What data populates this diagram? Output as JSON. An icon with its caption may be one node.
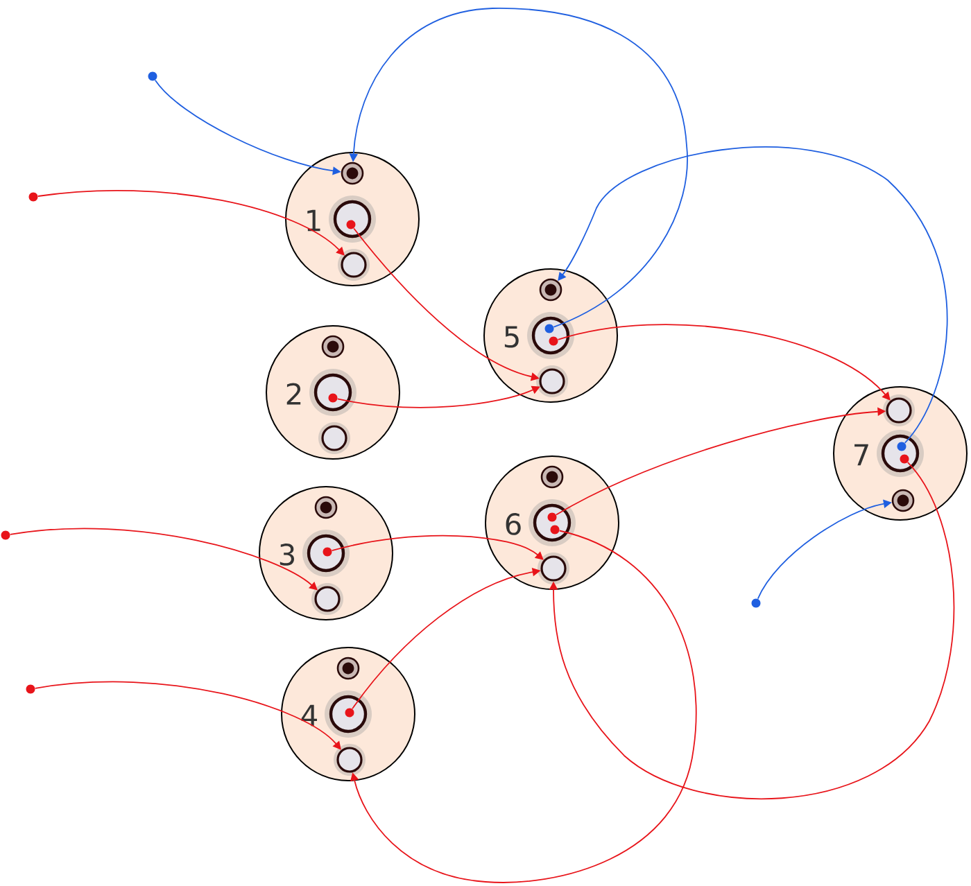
{
  "diagram": {
    "nodes": [
      {
        "text": [
          "1"
        ]
      },
      {
        "text": [],
        "shape": "circle",
        "in": 0
      },
      {
        "text": [],
        "shape": "circle",
        "in": 0
      },
      {
        "text": [],
        "shape": "circle",
        "in": 0
      },
      {
        "text": [
          "2"
        ]
      },
      {
        "text": [],
        "shape": "circle",
        "in": 4
      },
      {
        "text": [],
        "shape": "circle",
        "in": 4
      },
      {
        "text": [],
        "shape": "circle",
        "in": 4
      },
      {
        "text": [
          "3"
        ]
      },
      {
        "text": [],
        "shape": "circle",
        "in": 8
      },
      {
        "text": [],
        "shape": "circle",
        "in": 8
      },
      {
        "text": [],
        "shape": "circle",
        "in": 8
      },
      {
        "text": [
          "4"
        ]
      },
      {
        "text": [],
        "shape": "circle",
        "in": 12
      },
      {
        "text": [],
        "shape": "circle",
        "in": 12
      },
      {
        "text": [],
        "shape": "circle",
        "in": 12
      },
      {
        "text": [
          "5"
        ]
      },
      {
        "text": [],
        "shape": "circle",
        "in": 16
      },
      {
        "text": [],
        "shape": "circle",
        "in": 16
      },
      {
        "text": [],
        "shape": "circle",
        "in": 16
      },
      {
        "text": [
          "6"
        ]
      },
      {
        "text": [],
        "shape": "circle",
        "in": 20
      },
      {
        "text": [],
        "shape": "circle",
        "in": 20
      },
      {
        "text": [],
        "shape": "circle",
        "in": 20
      },
      {
        "text": [
          "7"
        ]
      },
      {
        "text": [],
        "shape": "circle",
        "in": 24
      },
      {
        "text": [],
        "shape": "circle",
        "in": 24
      },
      {
        "text": [],
        "shape": "circle",
        "in": 24
      },
      {
        "text": [],
        "shape": "circle"
      },
      {
        "text": [],
        "shape": "circle"
      },
      {
        "text": [],
        "shape": "circle"
      },
      {
        "text": [],
        "shape": "circle"
      },
      {
        "text": [],
        "shape": "circle"
      },
      {
        "text": [],
        "shape": "circle",
        "in": 2
      },
      {
        "text": [],
        "shape": "circle",
        "in": 6
      },
      {
        "text": [],
        "shape": "circle",
        "in": 18
      },
      {
        "text": [],
        "shape": "circle",
        "in": 18
      },
      {
        "text": [],
        "shape": "circle",
        "in": 26
      },
      {
        "text": [],
        "shape": "circle",
        "in": 26
      },
      {
        "text": [],
        "shape": "circle",
        "in": 22
      },
      {
        "text": [],
        "shape": "circle",
        "in": 22
      },
      {
        "text": [],
        "shape": "circle",
        "in": 10
      },
      {
        "text": [],
        "shape": "circle",
        "in": 14
      }
    ],
    "edges": [
      {
        "from": 28,
        "to": 1,
        "arrow": "to",
        "color": "#1f5fe0"
      },
      {
        "from": 29,
        "to": 3,
        "arrow": "to"
      },
      {
        "from": 33,
        "to": 19,
        "arrow": "to"
      },
      {
        "from": 34,
        "to": 19,
        "arrow": "to"
      },
      {
        "from": 35,
        "to": 1,
        "arrow": "to",
        "color": "#1f5fe0"
      },
      {
        "from": 37,
        "to": 17,
        "arrow": "to",
        "color": "#1f5fe0"
      },
      {
        "from": 36,
        "to": 25,
        "arrow": "to"
      },
      {
        "from": 39,
        "to": 25,
        "arrow": "to"
      },
      {
        "from": 30,
        "to": 11,
        "arrow": "to"
      },
      {
        "from": 41,
        "to": 23,
        "arrow": "to"
      },
      {
        "from": 42,
        "to": 23,
        "arrow": "to"
      },
      {
        "from": 31,
        "to": 15,
        "arrow": "to"
      },
      {
        "from": 40,
        "to": 15,
        "arrow": "to"
      },
      {
        "from": 38,
        "to": 23,
        "arrow": "to"
      },
      {
        "from": 32,
        "to": 27,
        "arrow": "to",
        "color": "#1f5fe0"
      }
    ]
  }
}
